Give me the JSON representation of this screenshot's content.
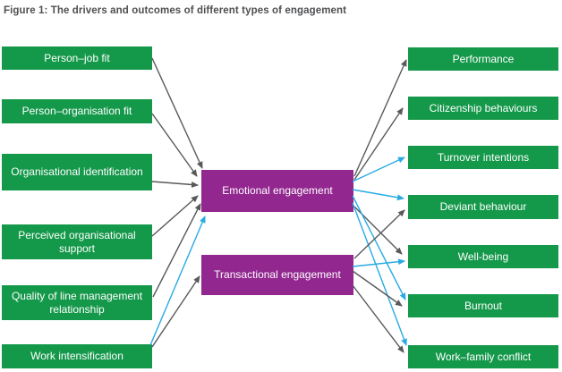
{
  "title": "Figure 1: The drivers and outcomes of different types of engagement",
  "colors": {
    "box_green": "#14984a",
    "box_purple": "#92278f",
    "arrow_dark": "#58595b",
    "arrow_blue": "#29abe2",
    "title_text": "#4f5052"
  },
  "diagram": {
    "nodes": [
      {
        "id": "pjf",
        "label": "Person–job fit",
        "group": "driver"
      },
      {
        "id": "pof",
        "label": "Person–organisation fit",
        "group": "driver"
      },
      {
        "id": "oi",
        "label": "Organisational identification",
        "group": "driver"
      },
      {
        "id": "pos",
        "label": "Perceived organisational support",
        "group": "driver"
      },
      {
        "id": "qlm",
        "label": "Quality of line management relationship",
        "group": "driver"
      },
      {
        "id": "wi",
        "label": "Work intensification",
        "group": "driver"
      },
      {
        "id": "emo",
        "label": "Emotional engagement",
        "group": "engagement"
      },
      {
        "id": "tra",
        "label": "Transactional engagement",
        "group": "engagement"
      },
      {
        "id": "perf",
        "label": "Performance",
        "group": "outcome"
      },
      {
        "id": "cit",
        "label": "Citizenship behaviours",
        "group": "outcome"
      },
      {
        "id": "to",
        "label": "Turnover intentions",
        "group": "outcome"
      },
      {
        "id": "dev",
        "label": "Deviant behaviour",
        "group": "outcome"
      },
      {
        "id": "wb",
        "label": "Well-being",
        "group": "outcome"
      },
      {
        "id": "burn",
        "label": "Burnout",
        "group": "outcome"
      },
      {
        "id": "wfc",
        "label": "Work–family conflict",
        "group": "outcome"
      }
    ],
    "edges": [
      {
        "from": "pjf",
        "to": "emo",
        "color": "dark"
      },
      {
        "from": "pof",
        "to": "emo",
        "color": "dark"
      },
      {
        "from": "oi",
        "to": "emo",
        "color": "dark"
      },
      {
        "from": "pos",
        "to": "emo",
        "color": "dark"
      },
      {
        "from": "qlm",
        "to": "emo",
        "color": "dark"
      },
      {
        "from": "wi",
        "to": "emo",
        "color": "blue"
      },
      {
        "from": "wi",
        "to": "tra",
        "color": "dark"
      },
      {
        "from": "emo",
        "to": "perf",
        "color": "dark"
      },
      {
        "from": "emo",
        "to": "cit",
        "color": "dark"
      },
      {
        "from": "emo",
        "to": "to",
        "color": "blue"
      },
      {
        "from": "emo",
        "to": "dev",
        "color": "blue"
      },
      {
        "from": "emo",
        "to": "wb",
        "color": "dark"
      },
      {
        "from": "emo",
        "to": "burn",
        "color": "blue"
      },
      {
        "from": "emo",
        "to": "wfc",
        "color": "blue"
      },
      {
        "from": "tra",
        "to": "dev",
        "color": "dark"
      },
      {
        "from": "tra",
        "to": "wb",
        "color": "blue"
      },
      {
        "from": "tra",
        "to": "burn",
        "color": "dark"
      },
      {
        "from": "tra",
        "to": "wfc",
        "color": "dark"
      }
    ]
  }
}
